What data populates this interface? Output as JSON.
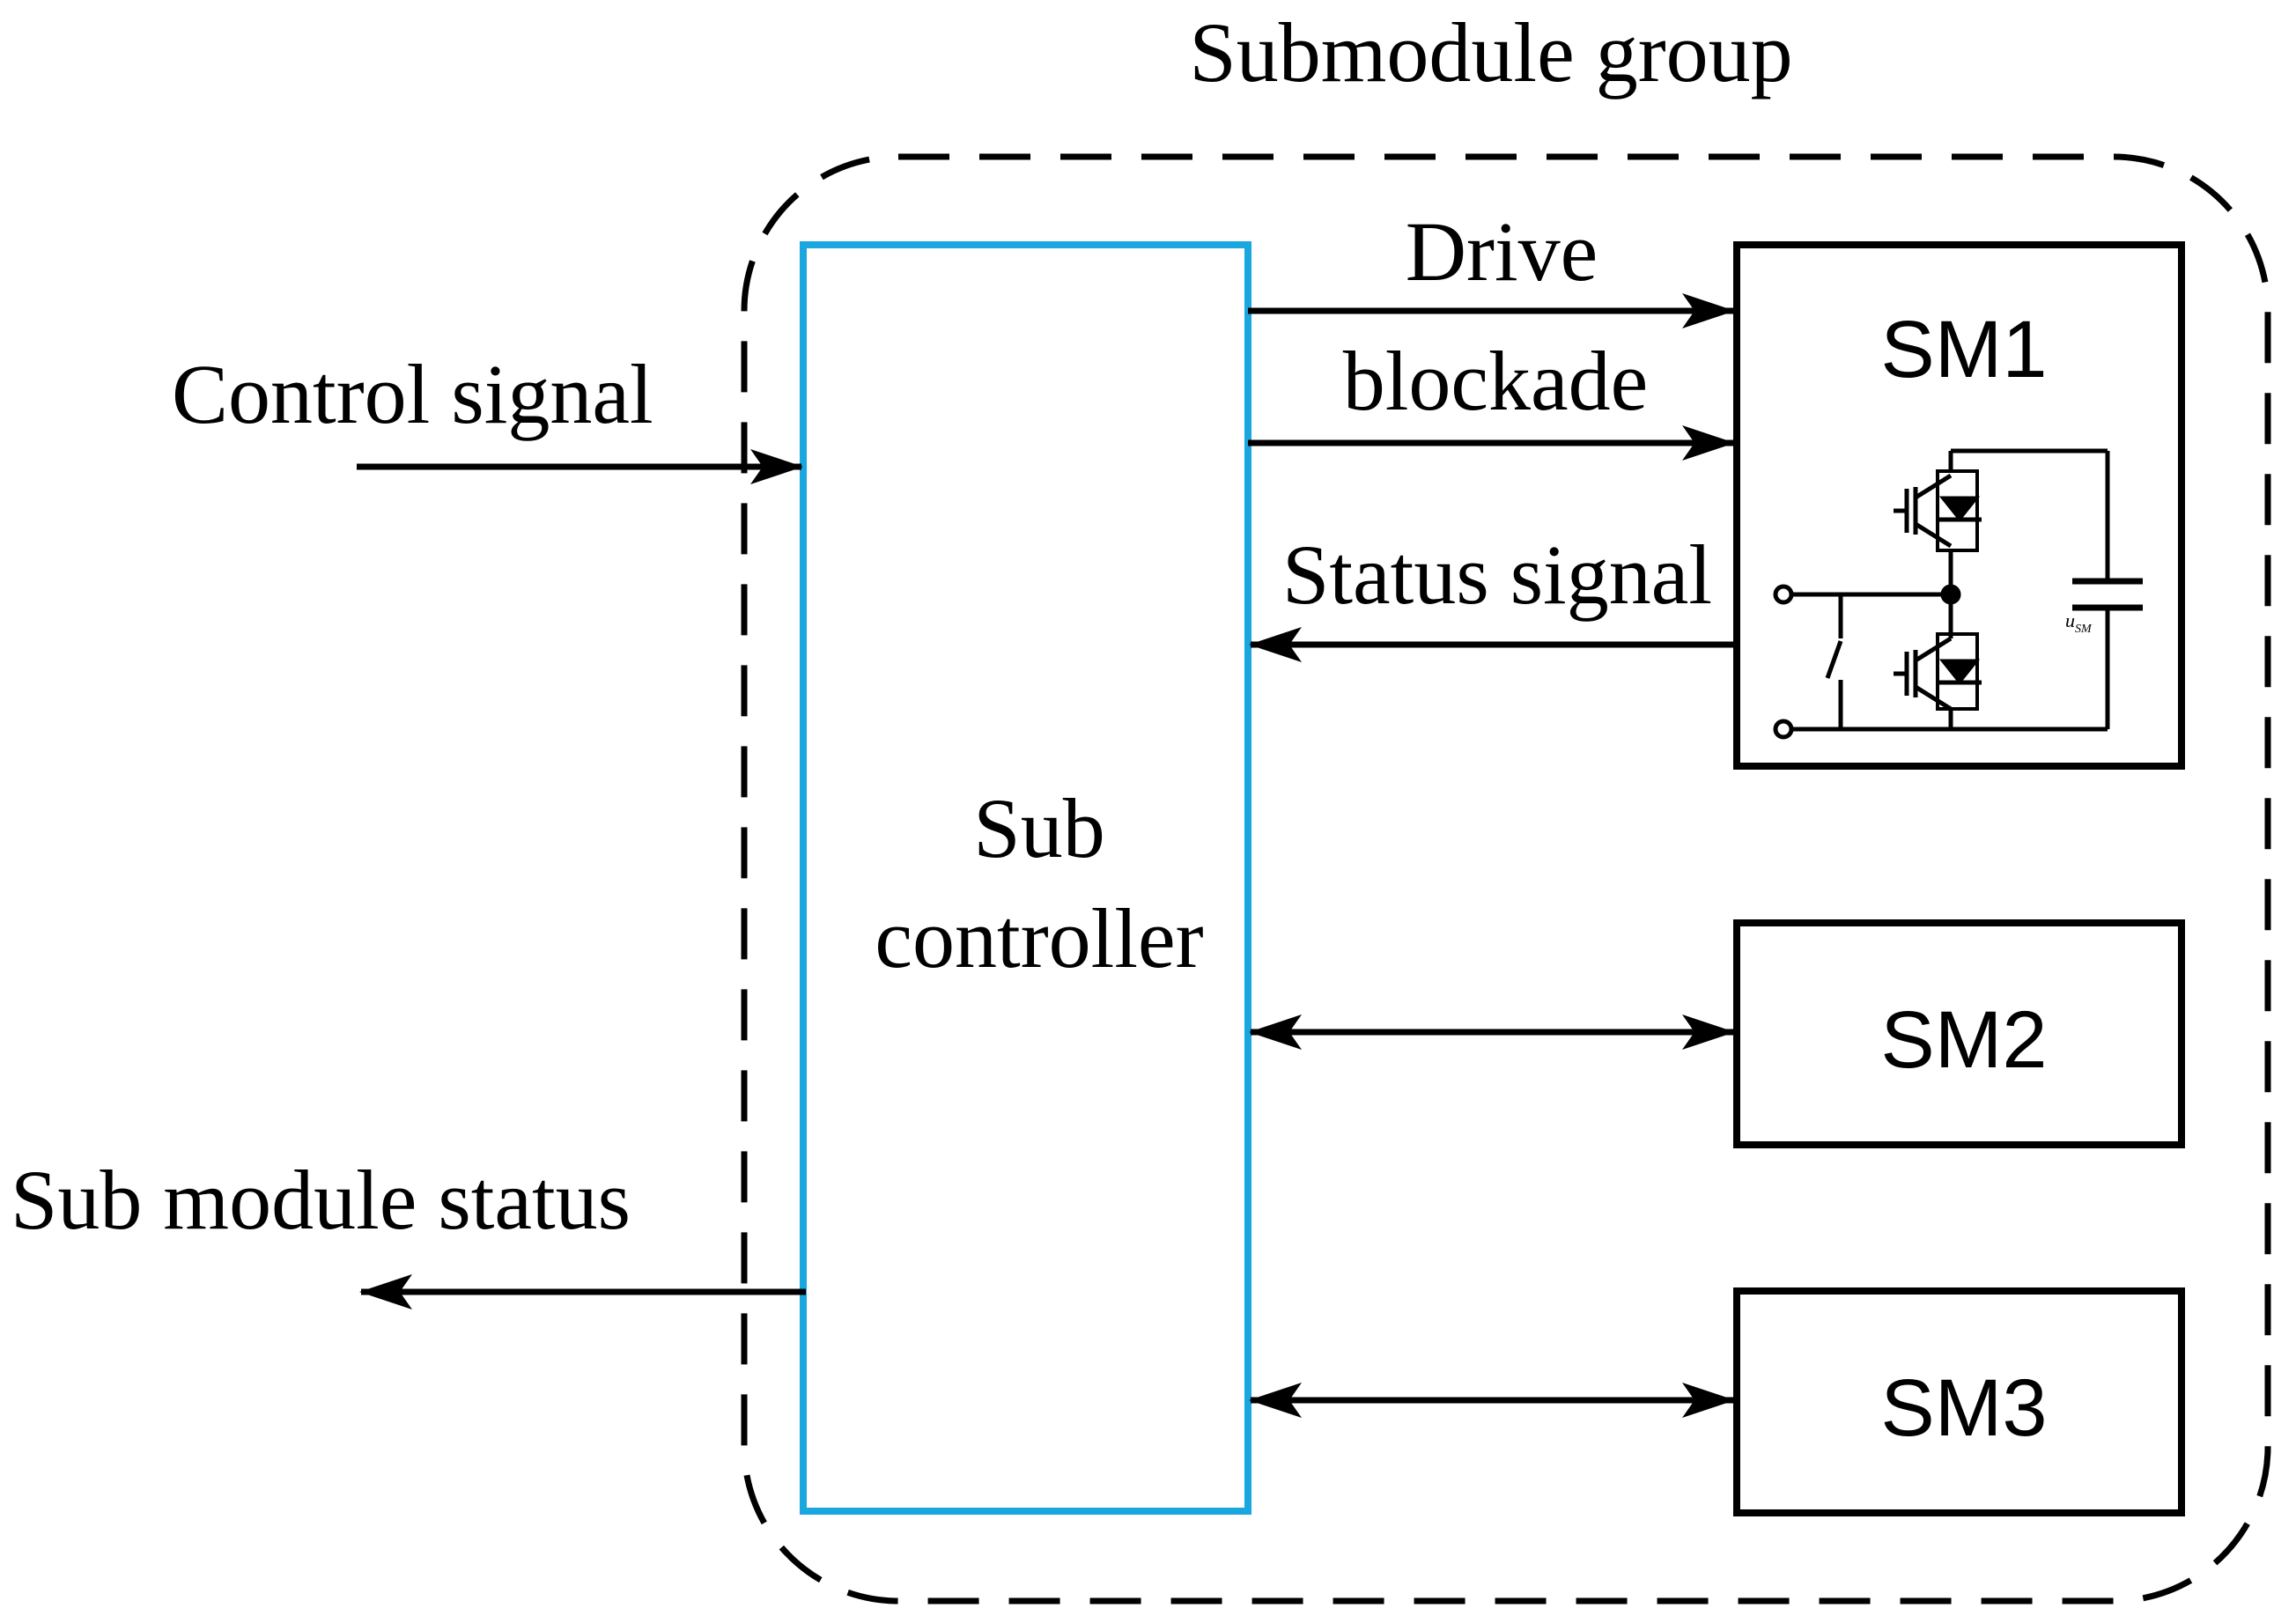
{
  "title": "Submodule group",
  "controller": {
    "line1": "Sub",
    "line2": "controller"
  },
  "inputs": {
    "control_signal": "Control signal",
    "submodule_status": "Sub module status"
  },
  "signals": {
    "drive": "Drive",
    "blockade": "blockade",
    "status": "Status signal"
  },
  "submodules": [
    "SM1",
    "SM2",
    "SM3"
  ],
  "circuit": {
    "capacitor_label_main": "u",
    "capacitor_label_sub": "SM"
  },
  "colors": {
    "controller_border": "#1aa7e0",
    "line": "#000000"
  }
}
